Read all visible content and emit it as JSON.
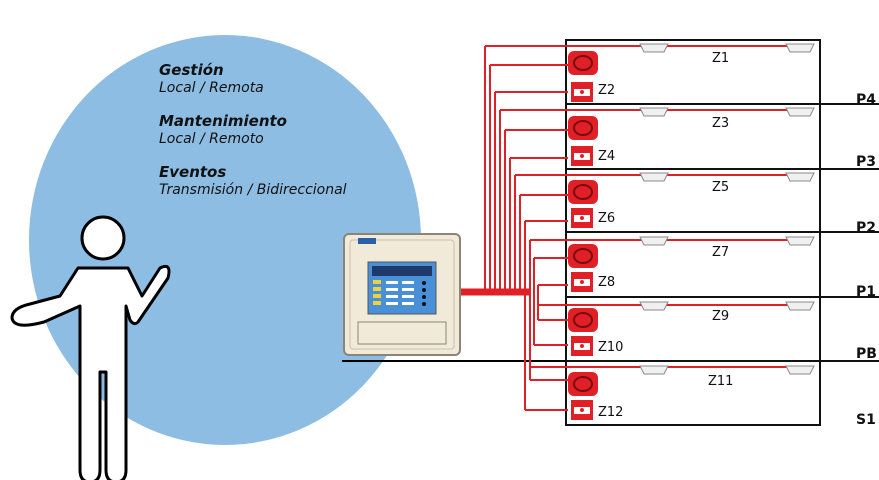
{
  "callout": {
    "items": [
      {
        "title": "Gestión",
        "subtitle": "Local / Remota"
      },
      {
        "title": "Mantenimiento",
        "subtitle": "Local / Remoto"
      },
      {
        "title": "Eventos",
        "subtitle": "Transmisión / Bidireccional"
      }
    ]
  },
  "floors": [
    {
      "label": "P4",
      "upper_zone": "Z1",
      "lower_zone": "Z2"
    },
    {
      "label": "P3",
      "upper_zone": "Z3",
      "lower_zone": "Z4"
    },
    {
      "label": "P2",
      "upper_zone": "Z5",
      "lower_zone": "Z6"
    },
    {
      "label": "P1",
      "upper_zone": "Z7",
      "lower_zone": "Z8"
    },
    {
      "label": "PB",
      "upper_zone": "Z9",
      "lower_zone": "Z10"
    },
    {
      "label": "S1",
      "upper_zone": "Z11",
      "lower_zone": "Z12"
    }
  ],
  "colors": {
    "bubble": "#8dbde3",
    "wiring": "#e01f26",
    "panel": "#f1ead9",
    "panel_screen": "#4a90d9"
  },
  "icons": {
    "person": "person-icon",
    "control_panel": "fire-alarm-control-panel-icon",
    "call_point": "manual-call-point-icon",
    "sounder": "alarm-sounder-icon",
    "detector": "smoke-detector-icon"
  }
}
